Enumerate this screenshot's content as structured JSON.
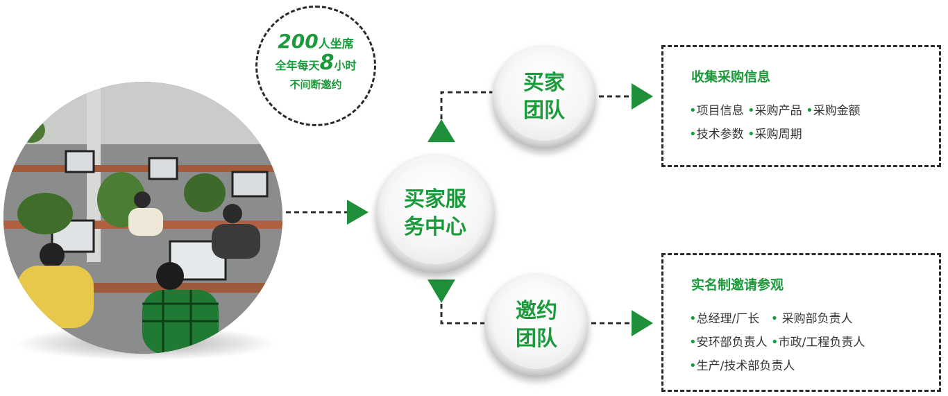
{
  "bubble": {
    "num1": "200",
    "text1": "人坐席",
    "prefix2": "全年每天",
    "num2": "8",
    "suffix2": "小时",
    "line3": "不间断邀约"
  },
  "center_node": {
    "line1": "买家服",
    "line2": "务中心"
  },
  "buyer_team": {
    "line1": "买家",
    "line2": "团队"
  },
  "invite_team": {
    "line1": "邀约",
    "line2": "团队"
  },
  "collect_box": {
    "title": "收集采购信息",
    "rows": [
      [
        "项目信息",
        "采购产品",
        "采购金额"
      ],
      [
        "技术参数",
        "采购周期"
      ]
    ]
  },
  "invite_box": {
    "title": "实名制邀请参观",
    "rows": [
      [
        "总经理/厂长",
        "采购部负责人"
      ],
      [
        "安环部负责人",
        "市政/工程负责人"
      ],
      [
        "生产/技术部负责人"
      ]
    ]
  },
  "colors": {
    "accent": "#1a9a3a",
    "arrow": "#1f8f3a",
    "dash": "#2b2b2b"
  }
}
